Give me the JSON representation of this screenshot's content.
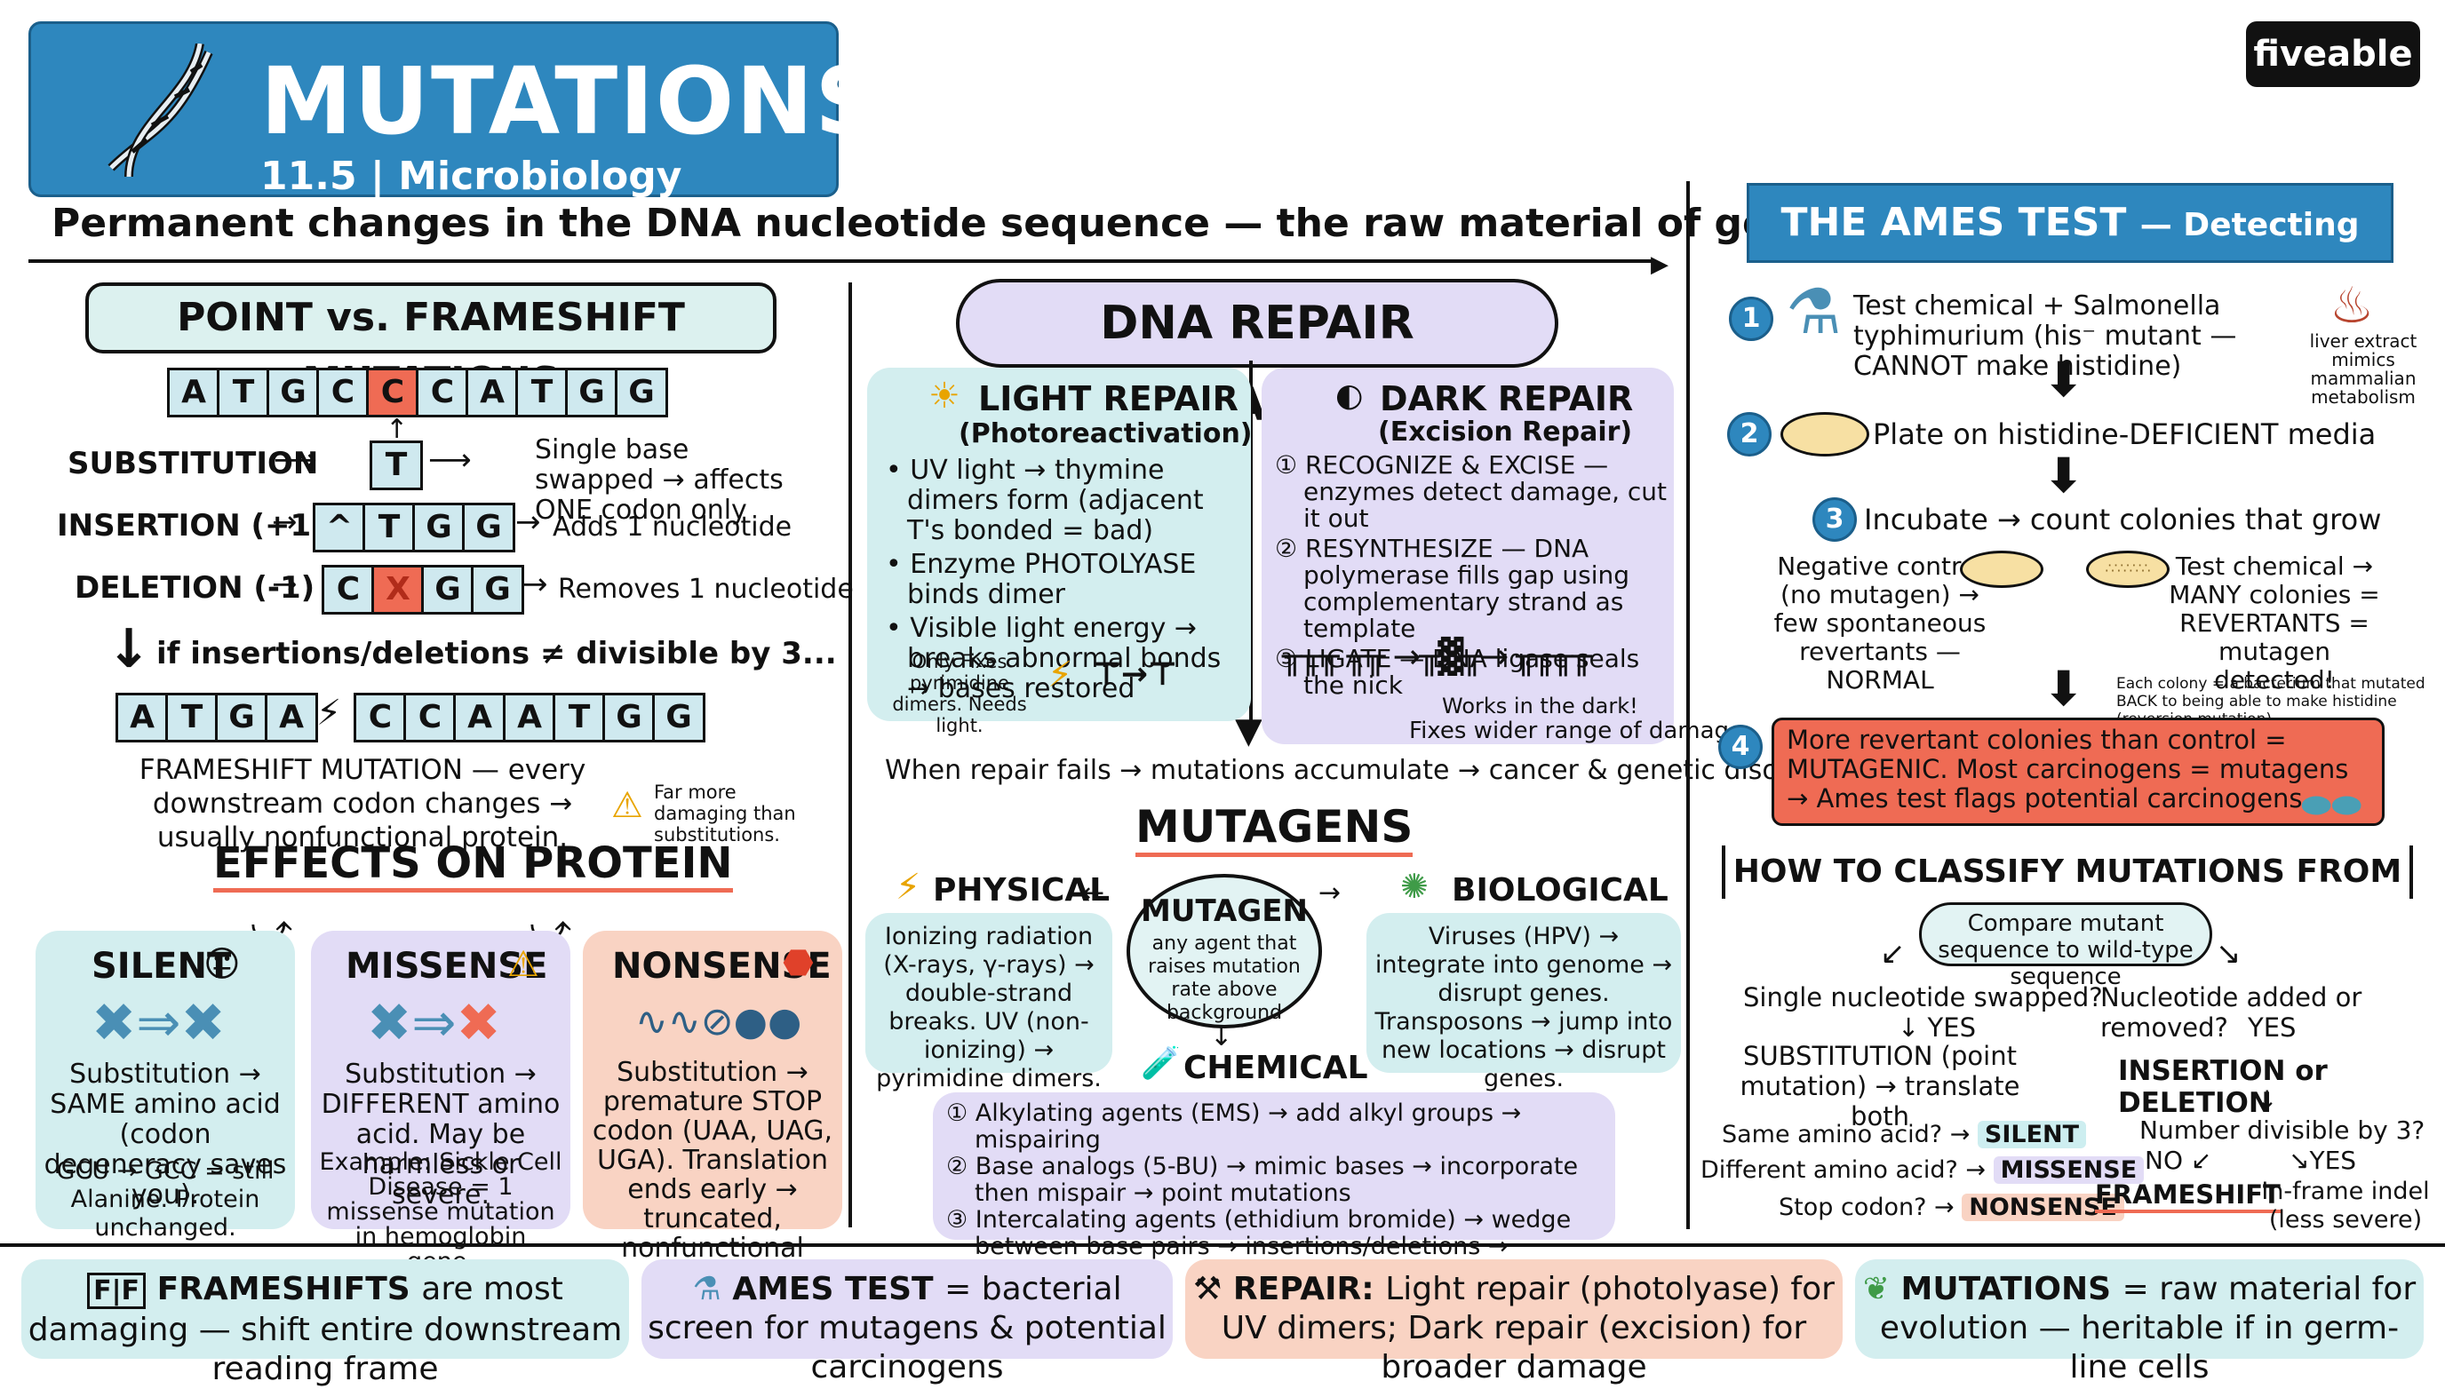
{
  "header": {
    "title": "MUTATIONS",
    "subtitle": "11.5 | Microbiology",
    "logo": "fiveable",
    "tagline": "Permanent changes in the DNA nucleotide sequence — the raw material of genetic diversity"
  },
  "point_frameshift": {
    "heading": "POINT vs. FRAMESHIFT MUTATIONS",
    "top_sequence": [
      "A",
      "T",
      "G",
      "C",
      "C",
      "C",
      "A",
      "T",
      "G",
      "G"
    ],
    "substitution": {
      "label": "SUBSTITUTION",
      "base": "T",
      "note": "Single base swapped → affects ONE codon only"
    },
    "insertion": {
      "label": "INSERTION (+1)",
      "bases": [
        "^",
        "T",
        "G",
        "G"
      ],
      "note": "Adds 1 nucleotide"
    },
    "deletion": {
      "label": "DELETION (-1)",
      "bases": [
        "C",
        "X",
        "G",
        "G"
      ],
      "note": "Removes 1 nucleotide"
    },
    "condition": "if insertions/deletions ≠ divisible by 3...",
    "frameshift_sequence": [
      "A",
      "T",
      "G",
      "A",
      "C",
      "C",
      "A",
      "A",
      "T",
      "G",
      "G"
    ],
    "frameshift_text": "FRAMESHIFT MUTATION — every downstream codon changes → usually nonfunctional protein.",
    "warning": "Far more damaging than substitutions."
  },
  "effects": {
    "heading": "EFFECTS ON PROTEIN",
    "silent": {
      "title": "SILENT",
      "text": "Substitution → SAME amino acid (codon degeneracy saves you).",
      "example": "GCU → GCC = still Alanine. Protein unchanged."
    },
    "missense": {
      "title": "MISSENSE",
      "text": "Substitution → DIFFERENT amino acid. May be harmless or severe.",
      "example": "Example: Sickle Cell Disease = 1 missense mutation in hemoglobin gene."
    },
    "nonsense": {
      "title": "NONSENSE",
      "text": "Substitution → premature STOP codon (UAA, UAG, UGA). Translation ends early → truncated, nonfunctional protein."
    }
  },
  "dna_repair": {
    "heading": "DNA REPAIR MECHANISMS",
    "light": {
      "title": "LIGHT REPAIR",
      "subtitle": "(Photoreactivation)",
      "bullets": [
        "UV light → thymine dimers form (adjacent T's bonded = bad)",
        "Enzyme PHOTOLYASE binds dimer",
        "Visible light energy → breaks abnormal bonds → bases restored"
      ],
      "note": "Only Fixes pyrimidine dimers. Needs light."
    },
    "dark": {
      "title": "DARK REPAIR",
      "subtitle": "(Excision Repair)",
      "steps": [
        "RECOGNIZE & EXCISE — enzymes detect damage, cut it out",
        "RESYNTHESIZE — DNA polymerase fills gap using complementary strand as template",
        "LIGATE — DNA ligase seals the nick"
      ],
      "note1": "Works in the dark!",
      "note2": "Fixes wider range of damage."
    },
    "failure": "When repair fails → mutations accumulate → cancer & genetic disorders"
  },
  "mutagens": {
    "heading": "MUTAGENS",
    "center_title": "MUTAGEN",
    "center_text": "any agent that raises mutation rate above background",
    "physical": {
      "title": "PHYSICAL",
      "text": "Ionizing radiation (X-rays, γ-rays) → double-strand breaks. UV (non-ionizing) → pyrimidine dimers."
    },
    "biological": {
      "title": "BIOLOGICAL",
      "text": "Viruses (HPV) → integrate into genome → disrupt genes. Transposons → jump into new locations → disrupt genes."
    },
    "chemical": {
      "title": "CHEMICAL",
      "items": [
        "Alkylating agents (EMS) → add alkyl groups → mispairing",
        "Base analogs (5-BU) → mimic bases → incorporate then mispair → point mutations",
        "Intercalating agents (ethidium bromide) → wedge between base pairs → insertions/deletions → FRAMESHIFT"
      ]
    }
  },
  "ames": {
    "banner_main": "THE AMES TEST",
    "banner_sub": "— Detecting Mutagens",
    "step1": "Test chemical + Salmonella typhimurium (his⁻ mutant — CANNOT make histidine)",
    "liver_note": "liver extract mimics mammalian metabolism",
    "step2": "Plate on histidine-DEFICIENT media",
    "step3": "Incubate → count colonies that grow",
    "negative": "Negative control (no mutagen) → few spontaneous revertants — NORMAL",
    "test": "Test chemical → MANY colonies = REVERTANTS = mutagen detected!",
    "colony_note": "Each colony = a bacterium that mutated BACK to being able to make histidine (reversion mutation)",
    "step4": "More revertant colonies than control = MUTAGENIC. Most carcinogens = mutagens → Ames test flags potential carcinogens."
  },
  "classify": {
    "heading": "HOW TO CLASSIFY MUTATIONS FROM SEQUENCES",
    "compare": "Compare mutant sequence to wild-type sequence",
    "q_left": "Single nucleotide swapped?",
    "yes": "YES",
    "left_result": "SUBSTITUTION (point mutation) → translate both",
    "same": "Same amino acid?",
    "silent": "SILENT",
    "different": "Different amino acid?",
    "missense": "MISSENSE",
    "stop": "Stop codon?",
    "nonsense": "NONSENSE",
    "q_right": "Nucleotide added or removed?",
    "right_result": "INSERTION or DELETION",
    "divisible": "Number divisible by 3?",
    "no": "NO",
    "frameshift": "FRAMESHIFT",
    "inframe": "In-frame indel (less severe)"
  },
  "footer": [
    {
      "bold": "FRAMESHIFTS",
      "text": "are most damaging — shift entire downstream reading frame"
    },
    {
      "bold": "AMES TEST",
      "text": "= bacterial screen for mutagens & potential carcinogens"
    },
    {
      "bold": "REPAIR:",
      "text": "Light repair (photolyase) for UV dimers; Dark repair (excision) for broader damage"
    },
    {
      "bold": "MUTATIONS",
      "text": "= raw material for evolution — heritable if in germ-line cells"
    }
  ],
  "colors": {
    "accent_blue": "#2e87be",
    "teal": "#d3eeef",
    "lavender": "#e2dcf6",
    "salmon": "#f9d3c3",
    "red": "#ef6b54"
  }
}
